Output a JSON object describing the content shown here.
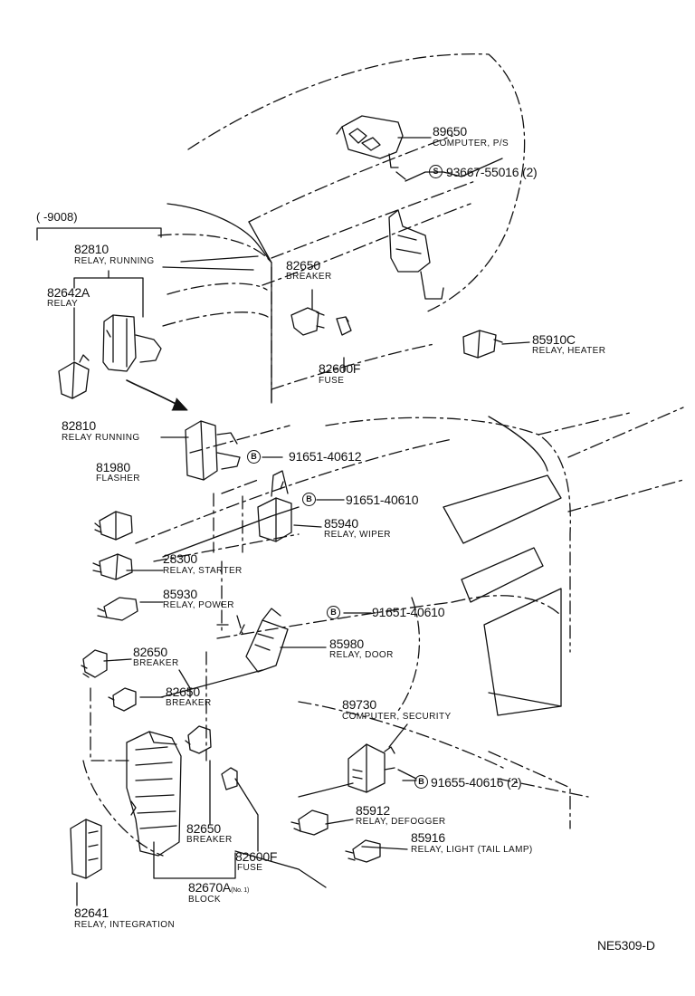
{
  "range_label": "(      -9008)",
  "footer_code": "NE5309-D",
  "bolt_letter_s": "S",
  "bolt_letter_b": "B",
  "parts": {
    "p89650": {
      "number": "89650",
      "desc": "COMPUTER, P/S"
    },
    "p93667": {
      "number": "93667-55016 (2)"
    },
    "p82810a": {
      "number": "82810",
      "desc": "RELAY, RUNNING"
    },
    "p82642a": {
      "number": "82642A",
      "desc": "RELAY"
    },
    "p82650a": {
      "number": "82650",
      "desc": "BREAKER"
    },
    "p82600fa": {
      "number": "82600F",
      "desc": "FUSE"
    },
    "p85910c": {
      "number": "85910C",
      "desc": "RELAY, HEATER"
    },
    "p82810b": {
      "number": "82810",
      "desc": "RELAY RUNNING"
    },
    "p91651_612": {
      "number": "91651-40612"
    },
    "p81980": {
      "number": "81980",
      "desc": "FLASHER"
    },
    "p91651_610a": {
      "number": "91651-40610"
    },
    "p85940": {
      "number": "85940",
      "desc": "RELAY, WIPER"
    },
    "p28300": {
      "number": "28300",
      "desc": "RELAY, STARTER"
    },
    "p85930": {
      "number": "85930",
      "desc": "RELAY, POWER"
    },
    "p91651_610b": {
      "number": "91651-40610"
    },
    "p82650b": {
      "number": "82650",
      "desc": "BREAKER"
    },
    "p85980": {
      "number": "85980",
      "desc": "RELAY, DOOR"
    },
    "p82650c": {
      "number": "82650",
      "desc": "BREAKER"
    },
    "p89730": {
      "number": "89730",
      "desc": "COMPUTER, SECURITY"
    },
    "p91655": {
      "number": "91655-40616 (2)"
    },
    "p85912": {
      "number": "85912",
      "desc": "RELAY, DEFOGGER"
    },
    "p82650d": {
      "number": "82650",
      "desc": "BREAKER"
    },
    "p85916": {
      "number": "85916",
      "desc": "RELAY, LIGHT (TAIL LAMP)"
    },
    "p82600fb": {
      "number": "82600F",
      "desc": "FUSE"
    },
    "p82670a": {
      "number": "82670A",
      "suffix": "(No. 1)",
      "desc": "BLOCK"
    },
    "p82641": {
      "number": "82641",
      "desc": "RELAY, INTEGRATION"
    }
  }
}
